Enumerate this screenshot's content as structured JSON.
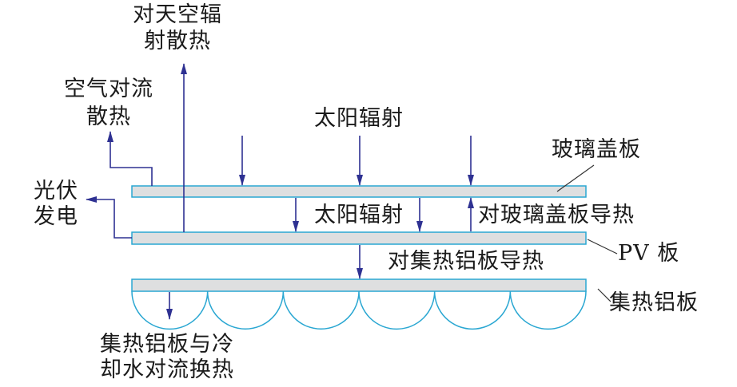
{
  "colors": {
    "arrow": "#2e3192",
    "plate_stroke": "#2aa7d2",
    "plate_fill": "#dedfe0",
    "text": "#1a1a1a",
    "leader": "#333333"
  },
  "labels": {
    "sky_radiation": [
      "对天空辐",
      "射散热"
    ],
    "air_convection": [
      "空气对流",
      "散热"
    ],
    "pv_power": [
      "光伏",
      "发电"
    ],
    "solar_radiation_top": "太阳辐射",
    "solar_radiation_inner": "太阳辐射",
    "conduction_to_glass": "对玻璃盖板导热",
    "conduction_to_aluminum": "对集热铝板导热",
    "water_convection": [
      "集热铝板与冷",
      "却水对流换热"
    ]
  },
  "components": {
    "glass_cover": "玻璃盖板",
    "pv_plate": "PV 板",
    "aluminum_plate": "集热铝板"
  }
}
